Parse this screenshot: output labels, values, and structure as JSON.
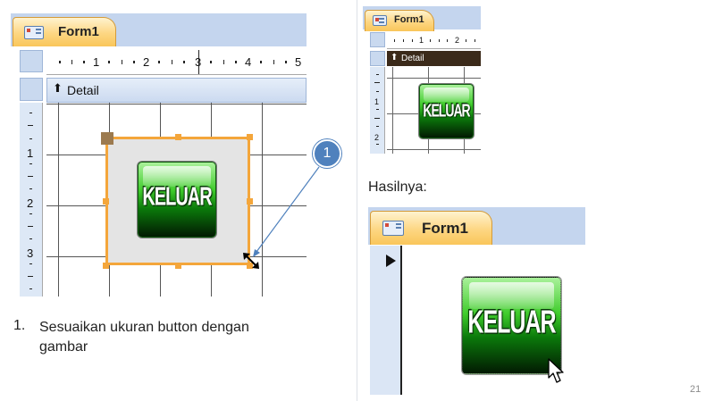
{
  "left_panel": {
    "tab_title": "Form1",
    "ruler_numbers": [
      "1",
      "2",
      "3",
      "4",
      "5"
    ],
    "vruler_numbers": [
      "1",
      "2",
      "3"
    ],
    "section_label": "Detail",
    "button_text": "KELUAR",
    "callout_number": "1"
  },
  "top_right_panel": {
    "tab_title": "Form1",
    "ruler_numbers": [
      "1",
      "2"
    ],
    "vruler_numbers": [
      "1",
      "2"
    ],
    "section_label": "Detail",
    "button_text": "KELUAR"
  },
  "result_label": "Hasilnya:",
  "bottom_right_panel": {
    "tab_title": "Form1",
    "button_text": "KELUAR"
  },
  "instruction": {
    "number": "1.",
    "text": "Sesuaikan ukuran button dengan gambar"
  },
  "slide_number": "21",
  "colors": {
    "accent_blue": "#4f81bd",
    "selection_orange": "#f4a63b",
    "header_blue": "#c4d5ee",
    "detail_bar_dark": "#3b2a1a"
  }
}
